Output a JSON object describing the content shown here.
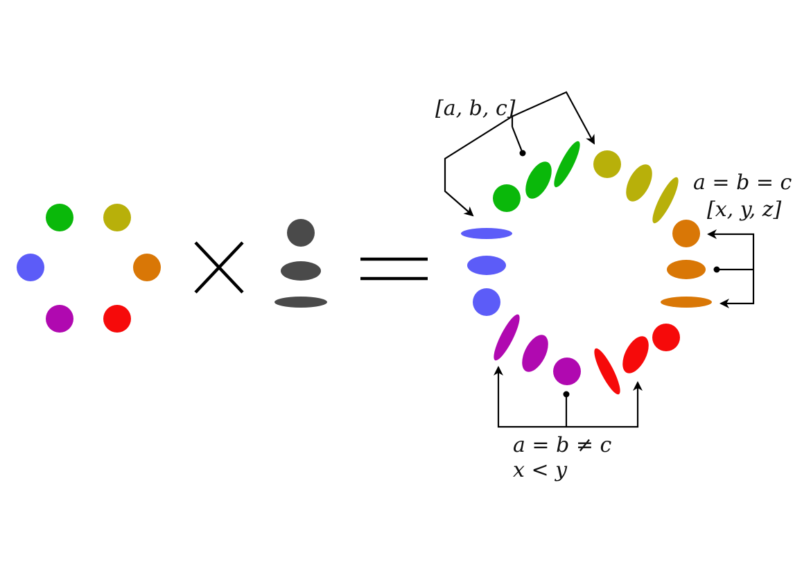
{
  "colors": {
    "green": "#0ab80a",
    "olive": "#b8b00a",
    "orange": "#d97706",
    "blue": "#5c5cf8",
    "purple": "#b009b0",
    "red": "#f60a0a",
    "gray": "#4a4a4a",
    "ink": "#000000"
  },
  "symbols": {
    "times": "times-sign",
    "equals": "equals-sign"
  },
  "labels": {
    "top_left": "[a, b, c]",
    "right_eq": "a = b = c",
    "right_vec": "[x, y, z]",
    "bottom_eq": "a = b ≠ c",
    "bottom_ineq": "x < y"
  }
}
